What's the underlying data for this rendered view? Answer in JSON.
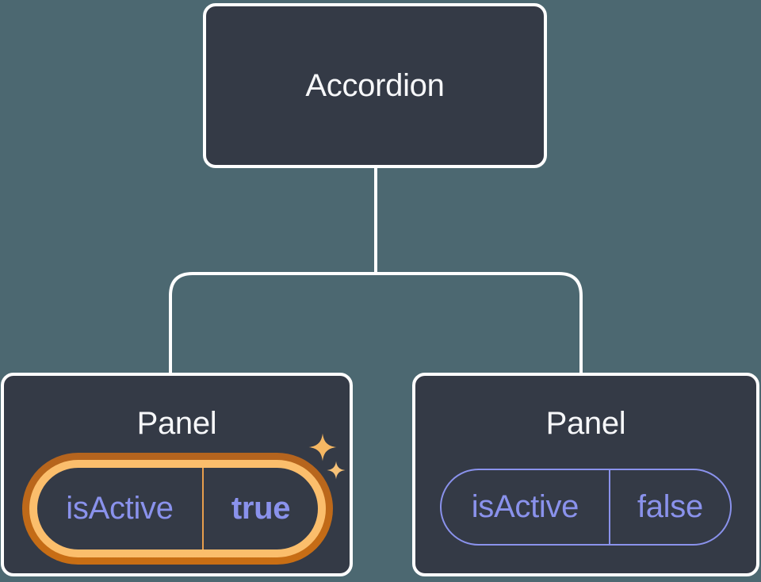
{
  "diagram": {
    "description": "Component tree: Accordion parent with two Panel children showing isActive state",
    "colors": {
      "background": "#4C6871",
      "node_fill": "#343A46",
      "node_border": "#FFFFFF",
      "connector": "#FFFFFF",
      "text_primary": "#F6F7F9",
      "state_purple": "#8A92EC",
      "highlight_ring_outer": "#C2691A",
      "highlight_ring_inner": "#FBBE6C",
      "highlight_divider": "#E79E4D",
      "sparkle_gold": "#F5B763"
    },
    "tree": {
      "root": {
        "label": "Accordion"
      },
      "children": [
        {
          "label": "Panel",
          "prop_name": "isActive",
          "prop_value": "true",
          "highlighted": true
        },
        {
          "label": "Panel",
          "prop_name": "isActive",
          "prop_value": "false",
          "highlighted": false
        }
      ]
    }
  }
}
